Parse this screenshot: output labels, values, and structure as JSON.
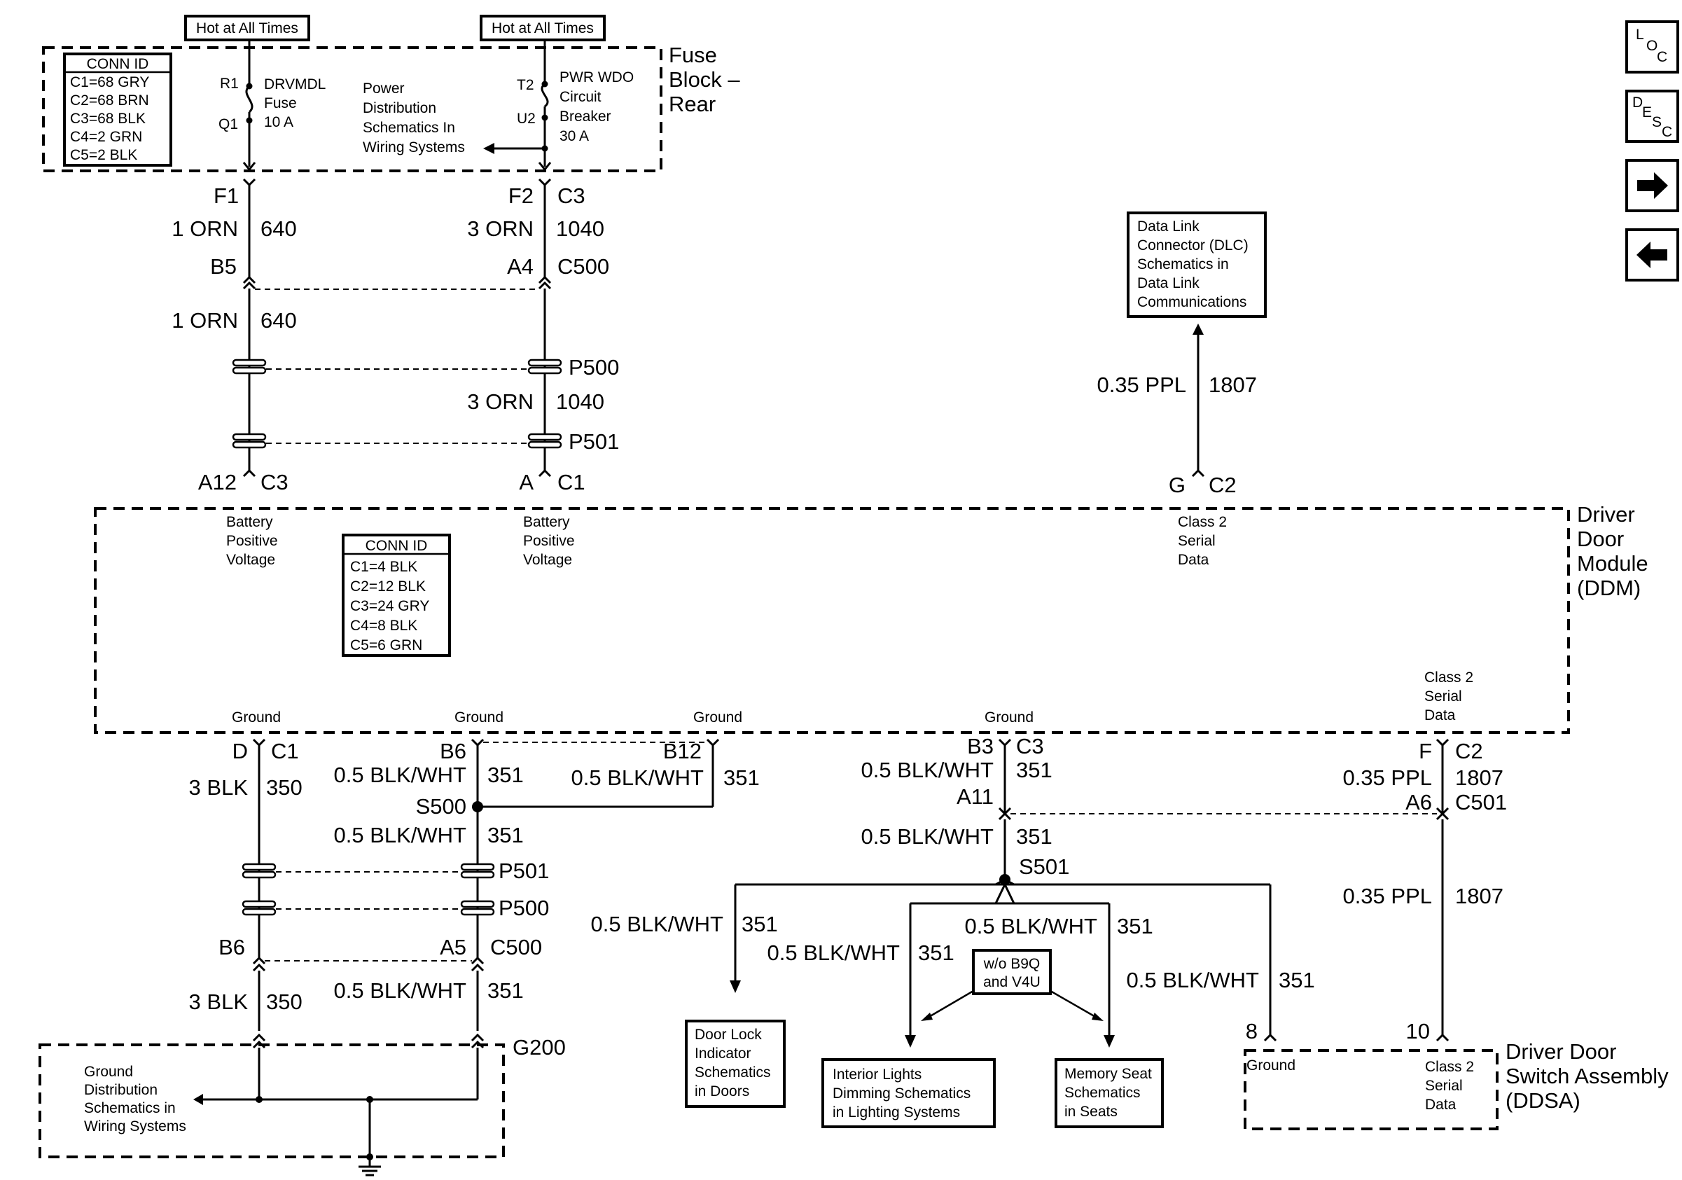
{
  "top": {
    "hot_left": "Hot at All Times",
    "hot_right": "Hot at All Times",
    "fuse_block_title": [
      "Fuse",
      "Block –",
      "Rear"
    ]
  },
  "fuse_block_conn": {
    "title": "CONN ID",
    "rows": [
      "C1=68 GRY",
      "C2=68 BRN",
      "C3=68 BLK",
      "C4=2 GRN",
      "C5=2 BLK"
    ]
  },
  "fuse": {
    "pin_top": "R1",
    "pin_bottom": "Q1",
    "label": [
      "DRVMDL",
      "Fuse",
      "10 A"
    ]
  },
  "power_dist": [
    "Power",
    "Distribution",
    "Schematics In",
    "Wiring Systems"
  ],
  "breaker": {
    "pin_top": "T2",
    "pin_bottom": "U2",
    "label": [
      "PWR WDO",
      "Circuit",
      "Breaker",
      "30 A"
    ]
  },
  "wire_left_upper": {
    "conn_top": "F1",
    "wire_a": "1 ORN",
    "circ_a": "640",
    "conn_mid": "B5",
    "wire_b": "1 ORN",
    "circ_b": "640",
    "conn_bottom": "A12",
    "conn_bottom_id": "C3"
  },
  "wire_right_upper": {
    "conn_top": "F2",
    "conn_top_id": "C3",
    "wire_a": "3 ORN",
    "circ_a": "1040",
    "conn_mid": "A4",
    "conn_mid_id": "C500",
    "p_top": "P500",
    "wire_b": "3 ORN",
    "circ_b": "1040",
    "p_bottom": "P501",
    "conn_bottom": "A",
    "conn_bottom_id": "C1"
  },
  "dlc": {
    "box": [
      "Data Link",
      "Connector (DLC)",
      "Schematics in",
      "Data Link",
      "Communications"
    ],
    "wire": "0.35 PPL",
    "circ": "1807",
    "pin": "G",
    "conn": "C2"
  },
  "ddm": {
    "title": [
      "Driver",
      "Door",
      "Module",
      "(DDM)"
    ],
    "bpv_left": [
      "Battery",
      "Positive",
      "Voltage"
    ],
    "bpv_right": [
      "Battery",
      "Positive",
      "Voltage"
    ],
    "class2_top": [
      "Class 2",
      "Serial",
      "Data"
    ],
    "class2_bottom": [
      "Class 2",
      "Serial",
      "Data"
    ],
    "ground_labels": [
      "Ground",
      "Ground",
      "Ground",
      "Ground"
    ],
    "conn_title": "CONN ID",
    "conn_rows": [
      "C1=4 BLK",
      "C2=12 BLK",
      "C3=24 GRY",
      "C4=8 BLK",
      "C5=6 GRN"
    ]
  },
  "ground_left": {
    "pin": "D",
    "conn": "C1",
    "wire_a": "3 BLK",
    "circ_a": "350",
    "conn_mid": "B6",
    "wire_b": "3 BLK",
    "circ_b": "350"
  },
  "ground_b6": {
    "pin": "B6",
    "wire_a": "0.5 BLK/WHT",
    "circ_a": "351",
    "splice": "S500",
    "wire_b": "0.5 BLK/WHT",
    "circ_b": "351",
    "p_top": "P501",
    "p_bottom": "P500",
    "conn_mid": "A5",
    "conn_mid_id": "C500",
    "wire_c": "0.5 BLK/WHT",
    "circ_c": "351"
  },
  "ground_b12": {
    "pin": "B12",
    "wire": "0.5 BLK/WHT",
    "circ": "351"
  },
  "ground_b3": {
    "pin": "B3",
    "conn": "C3",
    "wire_a": "0.5 BLK/WHT",
    "circ_a": "351",
    "conn_mid": "A11",
    "wire_b": "0.5 BLK/WHT",
    "circ_b": "351",
    "splice": "S501",
    "branch1_wire": "0.5 BLK/WHT",
    "branch1_circ": "351",
    "branch2_wire": "0.5 BLK/WHT",
    "branch2_circ": "351",
    "branch3_wire": "0.5 BLK/WHT",
    "branch3_circ": "351",
    "branch4_wire": "0.5 BLK/WHT",
    "branch4_circ": "351"
  },
  "option_box": [
    "w/o B9Q",
    "and V4U"
  ],
  "g200": {
    "label": "G200",
    "text": [
      "Ground",
      "Distribution",
      "Schematics in",
      "Wiring Systems"
    ]
  },
  "dest_boxes": {
    "door_lock": [
      "Door Lock",
      "Indicator",
      "Schematics",
      "in Doors"
    ],
    "interior": [
      "Interior Lights",
      "Dimming Schematics",
      "in Lighting Systems"
    ],
    "memory": [
      "Memory Seat",
      "Schematics",
      "in Seats"
    ]
  },
  "serial_right": {
    "pin": "F",
    "conn": "C2",
    "wire_a": "0.35 PPL",
    "circ_a": "1807",
    "conn_mid": "A6",
    "conn_mid_id": "C501",
    "wire_b": "0.35 PPL",
    "circ_b": "1807"
  },
  "ddsa": {
    "title": [
      "Driver Door",
      "Switch Assembly",
      "(DDSA)"
    ],
    "pin_ground": "8",
    "pin_data": "10",
    "ground": "Ground",
    "class2": [
      "Class 2",
      "Serial",
      "Data"
    ]
  },
  "nav": {
    "loc": [
      "L",
      "O",
      "C"
    ],
    "desc": [
      "D",
      "E",
      "S",
      "C"
    ],
    "next_icon": "arrow-right-icon",
    "prev_icon": "arrow-left-icon"
  }
}
